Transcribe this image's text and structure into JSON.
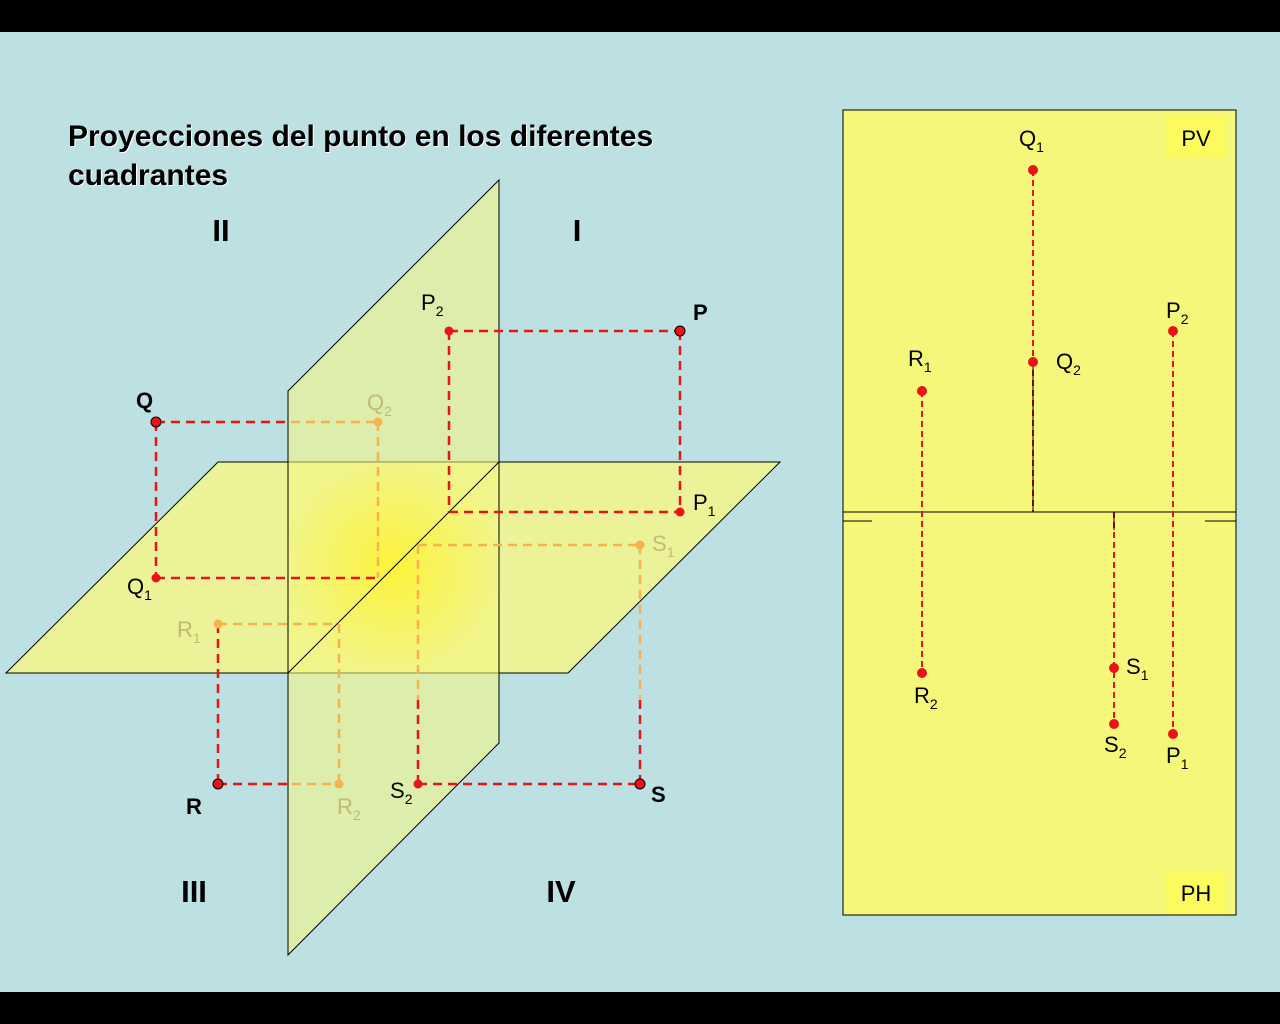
{
  "title": "Proyecciones del punto en los diferentes cuadrantes",
  "colors": {
    "background": "#bde0e3",
    "plane_fill": "#f5f77a",
    "projection_line": "#e8141a",
    "hidden_line": "#f6b24f",
    "point": "#e8141a"
  },
  "quadrants": {
    "first": "I",
    "second": "II",
    "third": "III",
    "fourth": "IV"
  },
  "perspective_labels": {
    "P": "P",
    "P1": "P",
    "P2": "P",
    "Q": "Q",
    "Q1": "Q",
    "Q2": "Q",
    "R": "R",
    "R1": "R",
    "R2": "R",
    "S": "S",
    "S1": "S",
    "S2": "S"
  },
  "subscripts": {
    "one": "1",
    "two": "2"
  },
  "epure": {
    "upper_plane_label": "PV",
    "lower_plane_label": "PH",
    "points": {
      "Q1": "Q",
      "Q2": "Q",
      "P2": "P",
      "P1": "P",
      "R1": "R",
      "R2": "R",
      "S1": "S",
      "S2": "S"
    }
  }
}
